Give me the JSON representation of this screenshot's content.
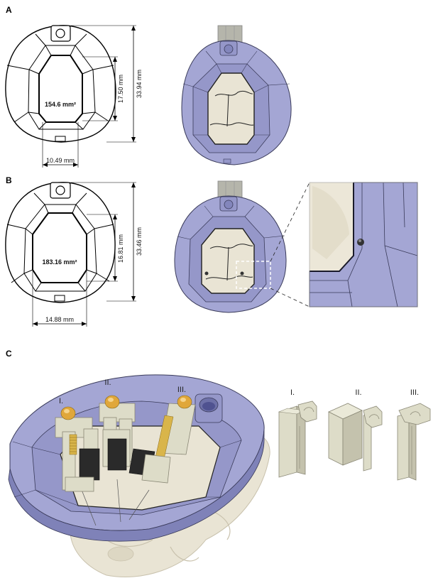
{
  "panels": [
    {
      "letter": "A",
      "area": "154.6 mm²",
      "inner_height": "17.50 mm",
      "outer_height": "33.94 mm",
      "width": "10.49 mm"
    },
    {
      "letter": "B",
      "area": "183.16 mm²",
      "inner_height": "16.81 mm",
      "outer_height": "33.46 mm",
      "width": "14.88 mm"
    },
    {
      "letter": "C",
      "assembly_labels": [
        "I.",
        "II.",
        "III."
      ],
      "part_labels": [
        "I.",
        "II.",
        "III."
      ]
    }
  ],
  "colors": {
    "lavender": "#a4a6d4",
    "lavender_dark": "#7f82b8",
    "bone": "#e9e4d4",
    "bone_dark": "#c9c2ad",
    "part": "#dddcc8",
    "part_dark": "#aaa894",
    "metal": "#b7b7ad",
    "brass": "#d9b54a",
    "black": "#2a2a2a"
  }
}
